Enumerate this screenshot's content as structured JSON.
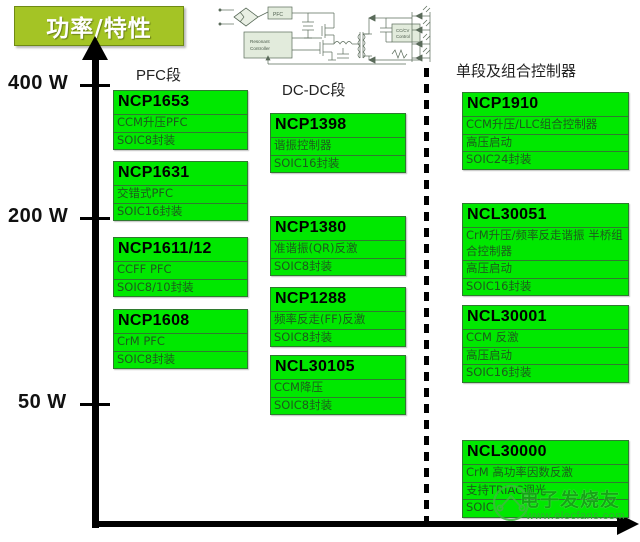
{
  "title": {
    "text": "功率/特性",
    "bg_color": "#a4c425",
    "text_color": "#ffffff"
  },
  "axis": {
    "y_ticks": [
      {
        "label": "400 W",
        "value": 400
      },
      {
        "label": "200 W",
        "value": 200
      },
      {
        "label": "50 W",
        "value": 50
      }
    ],
    "y_title": "功率/特性"
  },
  "columns": [
    {
      "id": "pfc",
      "heading": "PFC段"
    },
    {
      "id": "dcdc",
      "heading": "DC-DC段"
    },
    {
      "id": "combo",
      "heading": "单段及组合控制器"
    }
  ],
  "parts": {
    "pfc": [
      {
        "name": "NCP1653",
        "rows": [
          "CCM升压PFC",
          "SOIC8封装"
        ]
      },
      {
        "name": "NCP1631",
        "rows": [
          "交错式PFC",
          "SOIC16封装"
        ]
      },
      {
        "name": "NCP1611/12",
        "rows": [
          "CCFF PFC",
          "SOIC8/10封装"
        ]
      },
      {
        "name": "NCP1608",
        "rows": [
          "CrM PFC",
          "SOIC8封装"
        ]
      }
    ],
    "dcdc": [
      {
        "name": "NCP1398",
        "rows": [
          "谐振控制器",
          "SOIC16封装"
        ]
      },
      {
        "name": "NCP1380",
        "rows": [
          "准谐振(QR)反激",
          "SOIC8封装"
        ]
      },
      {
        "name": "NCP1288",
        "rows": [
          "频率反走(FF)反激",
          "SOIC8封装"
        ]
      },
      {
        "name": "NCL30105",
        "rows": [
          "CCM降压",
          "SOIC8封装"
        ]
      }
    ],
    "combo": [
      {
        "name": "NCP1910",
        "rows": [
          "CCM升压/LLC组合控制器",
          "高压启动",
          "SOIC24封装"
        ]
      },
      {
        "name": "NCL30051",
        "rows": [
          "CrM升压/频率反走谐振 半桥组合控制器",
          "高压启动",
          "SOIC16封装"
        ]
      },
      {
        "name": "NCL30001",
        "rows": [
          "CCM 反激",
          "高压启动",
          "SOIC16封装"
        ]
      },
      {
        "name": "NCL30000",
        "rows": [
          "CrM 高功率因数反激",
          "支持TRIAC调光",
          "SOIC"
        ]
      }
    ]
  },
  "circuit": {
    "blocks": [
      "AC",
      "PFC",
      "Resonant Controller",
      "CC/CV Control"
    ]
  },
  "watermark": {
    "text": "电子发烧友",
    "url": "www.elecfans.com",
    "color": "#16a516"
  },
  "colors": {
    "box_fill": "#00e800",
    "box_border": "#2f7a2f",
    "axis": "#000000"
  }
}
